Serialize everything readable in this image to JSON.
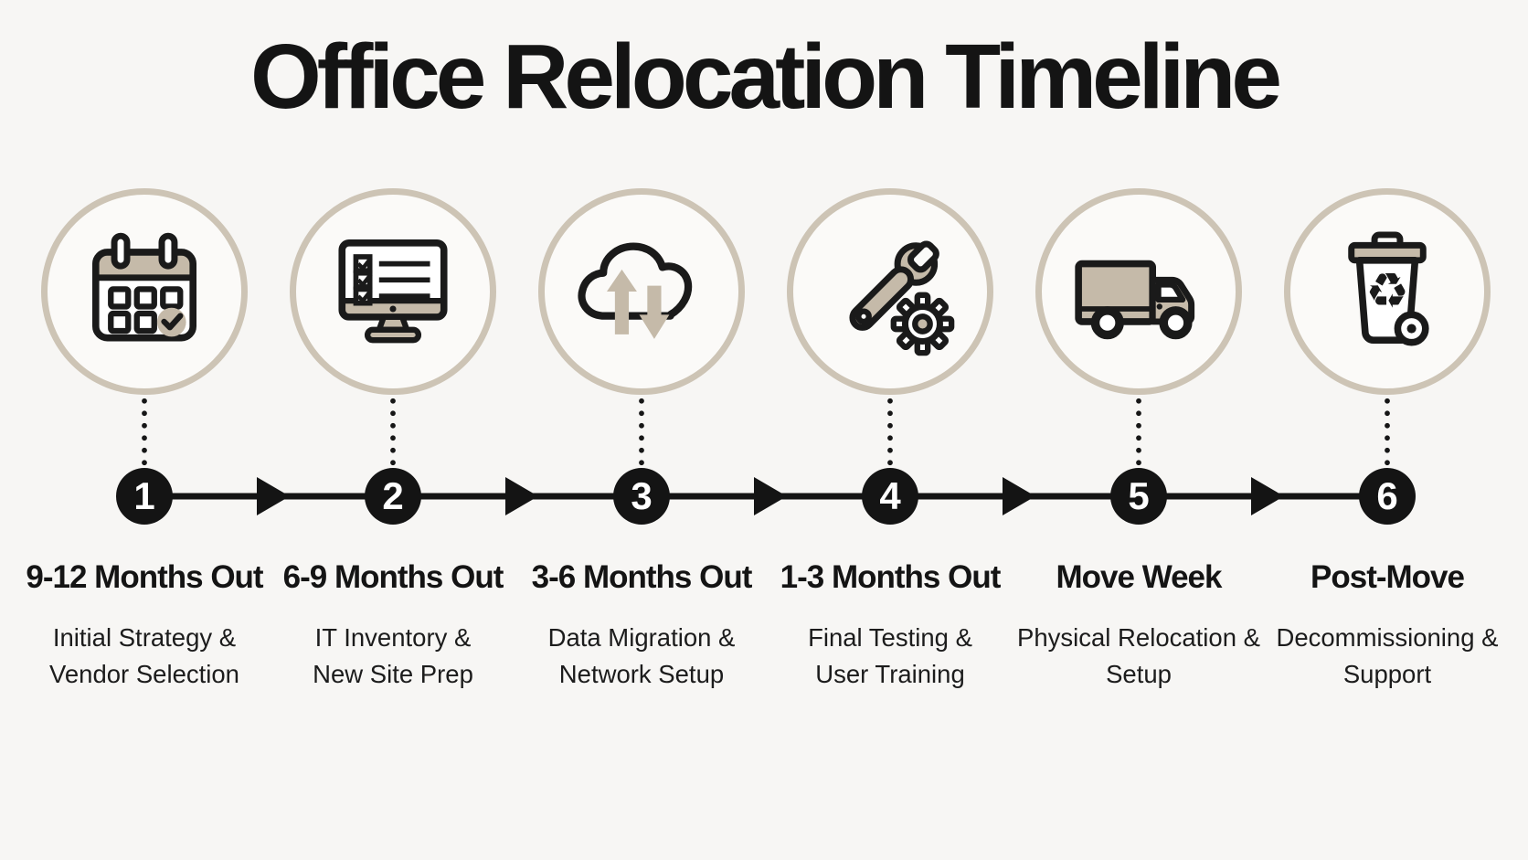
{
  "title": "Office Relocation Timeline",
  "stages": [
    {
      "number": "1",
      "icon": "calendar-icon",
      "period": "9-12 Months Out",
      "desc1": "Initial Strategy &",
      "desc2": "Vendor Selection"
    },
    {
      "number": "2",
      "icon": "monitor-checklist-icon",
      "period": "6-9 Months Out",
      "desc1": "IT Inventory &",
      "desc2": "New Site Prep"
    },
    {
      "number": "3",
      "icon": "cloud-sync-icon",
      "period": "3-6 Months Out",
      "desc1": "Data Migration &",
      "desc2": "Network Setup"
    },
    {
      "number": "4",
      "icon": "wrench-gear-icon",
      "period": "1-3 Months Out",
      "desc1": "Final Testing &",
      "desc2": "User Training"
    },
    {
      "number": "5",
      "icon": "moving-truck-icon",
      "period": "Move Week",
      "desc1": "Physical Relocation &",
      "desc2": "Setup"
    },
    {
      "number": "6",
      "icon": "trash-recycle-icon",
      "period": "Post-Move",
      "desc1": "Decommissioning &",
      "desc2": "Support"
    }
  ],
  "icons": {
    "recycle_glyph": "♻"
  },
  "colors": {
    "background": "#f7f6f4",
    "accent_tan": "#c5baa9",
    "ring_tan": "#cdc4b5",
    "ink": "#161616",
    "node_black": "#141414"
  }
}
